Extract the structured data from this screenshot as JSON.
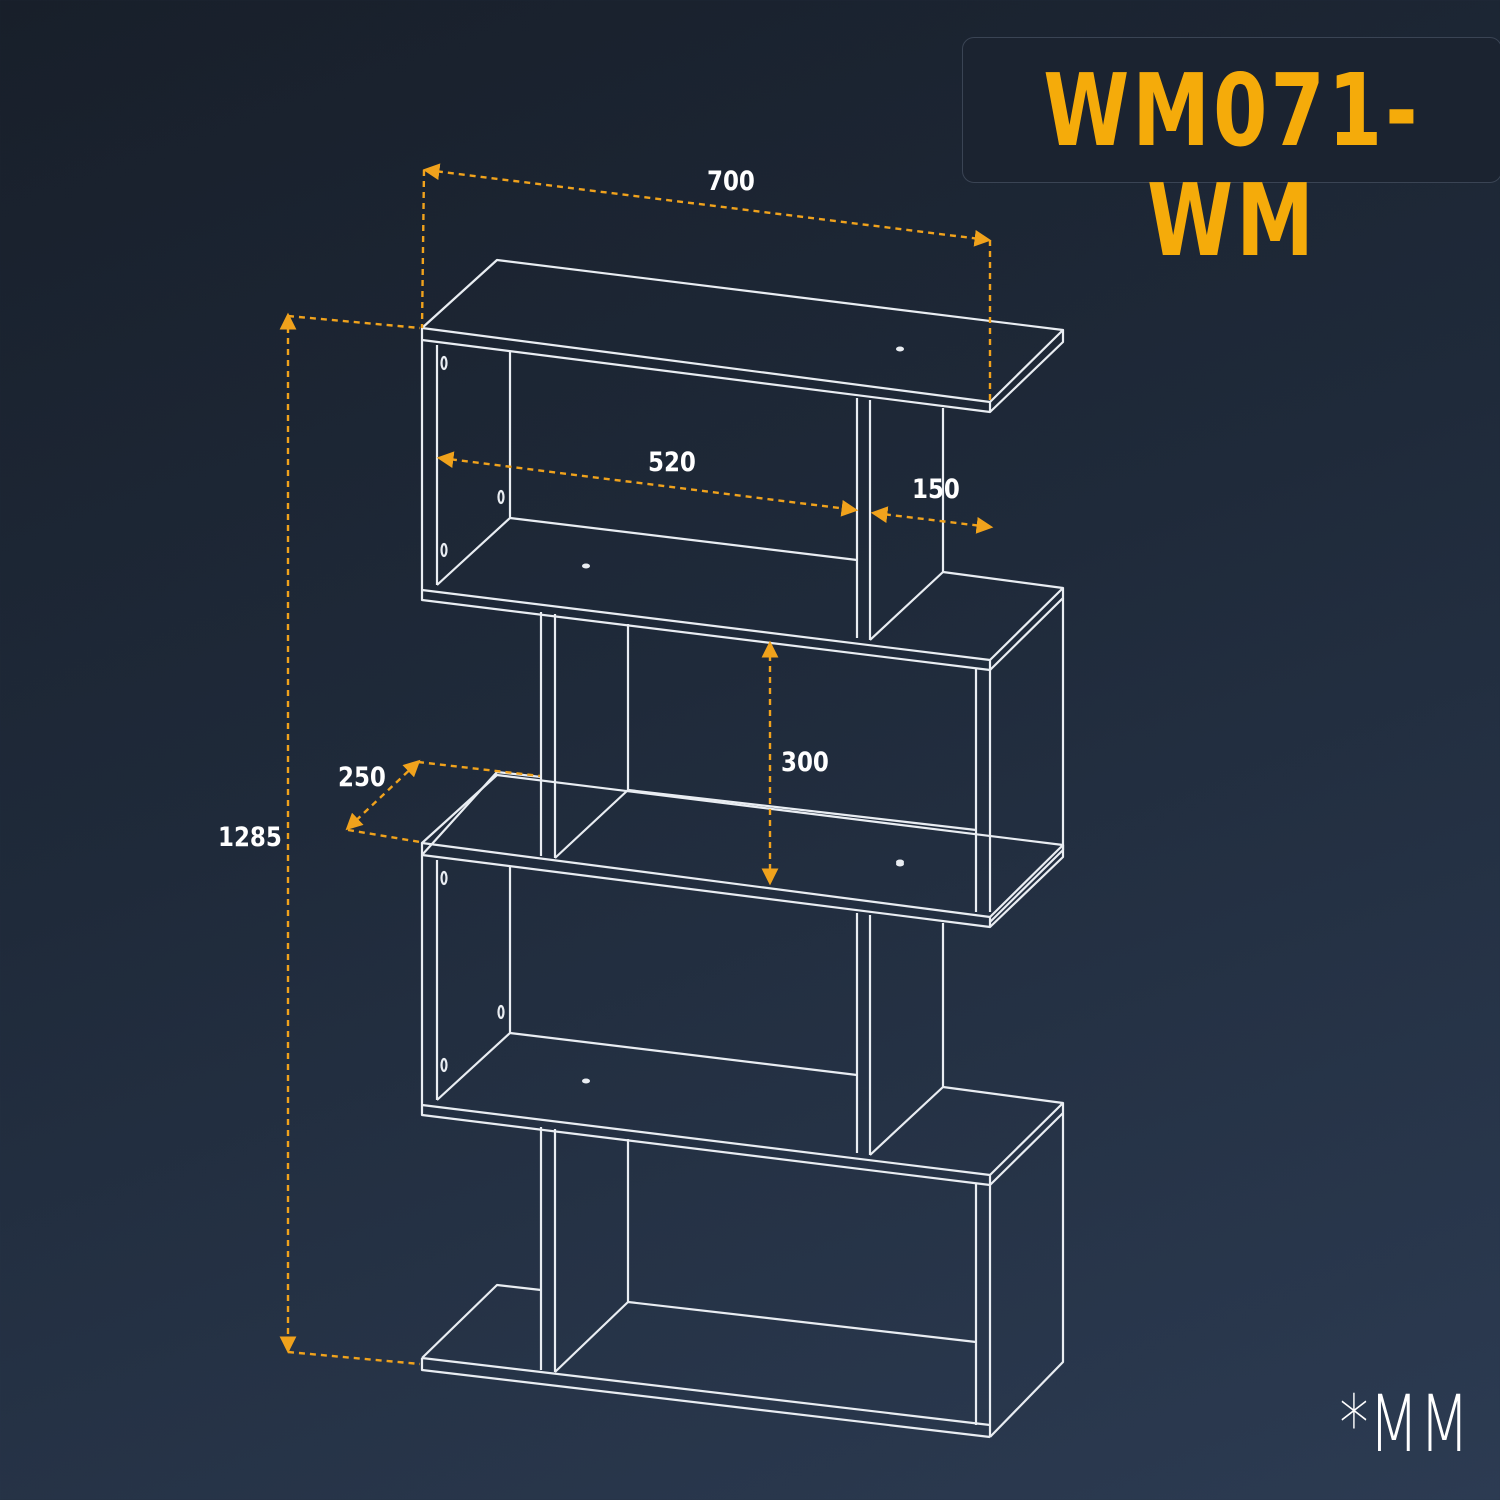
{
  "model_code": "WM071-WM",
  "unit_label": "*MM",
  "dimensions": {
    "width": "700",
    "height": "1285",
    "inner_width": "520",
    "side_width": "150",
    "depth": "250",
    "shelf_height": "300"
  },
  "colors": {
    "accent": "#f5ab0a",
    "line": "#e9edf2",
    "background": "#1f2a3a"
  }
}
